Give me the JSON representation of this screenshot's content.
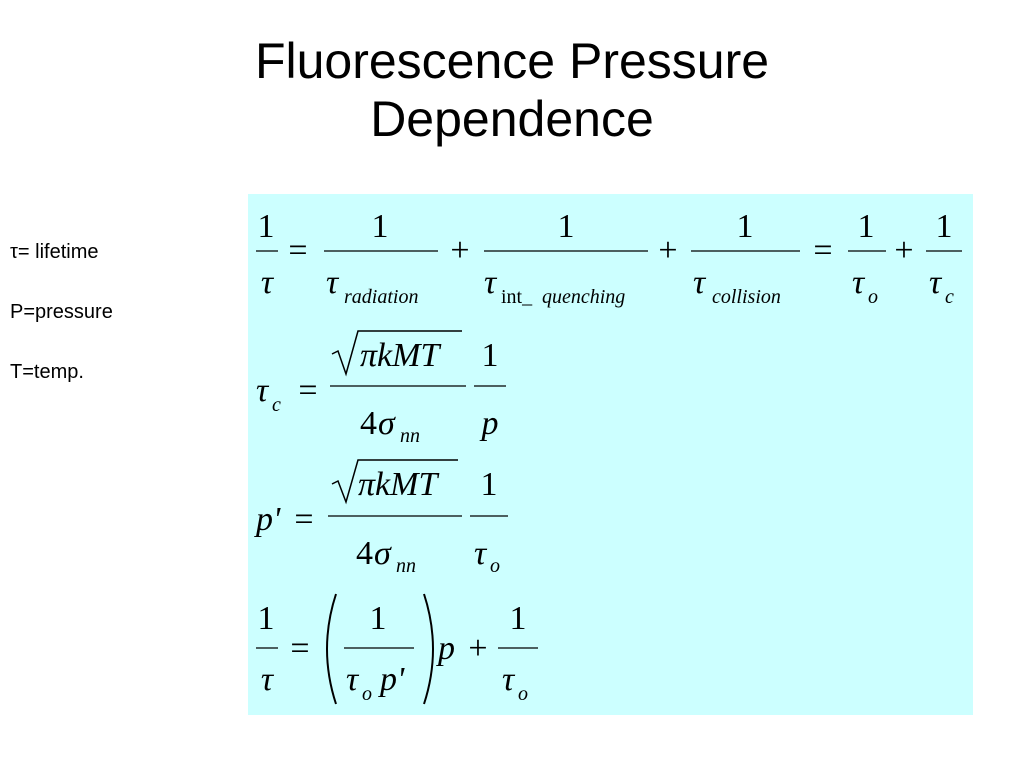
{
  "slide": {
    "title_line1": "Fluorescence Pressure",
    "title_line2": "Dependence"
  },
  "legend": {
    "items": [
      {
        "label": "τ= lifetime"
      },
      {
        "label": "P=pressure"
      },
      {
        "label": "T=temp."
      }
    ]
  },
  "equations": {
    "background_color": "#ccffff",
    "eq1": {
      "one": "1",
      "tau": "τ",
      "equals": "=",
      "plus": "+",
      "sub_radiation": "radiation",
      "sub_int": "int_",
      "sub_quenching": "quenching",
      "sub_collision": "collision",
      "sub_o": "o",
      "sub_c": "c"
    },
    "eq2": {
      "tau": "τ",
      "sub_c": "c",
      "equals": "=",
      "numerator": "πkMT",
      "denominator_coef": "4",
      "sigma": "σ",
      "sub_nn": "nn",
      "one": "1",
      "p": "p"
    },
    "eq3": {
      "lhs": "p'",
      "equals": "=",
      "numerator": "πkMT",
      "denominator_coef": "4",
      "sigma": "σ",
      "sub_nn": "nn",
      "one": "1",
      "tau": "τ",
      "sub_o": "o"
    },
    "eq4": {
      "one": "1",
      "tau": "τ",
      "equals": "=",
      "sub_o": "o",
      "p_prime": "p'",
      "p": "p",
      "plus": "+"
    }
  }
}
